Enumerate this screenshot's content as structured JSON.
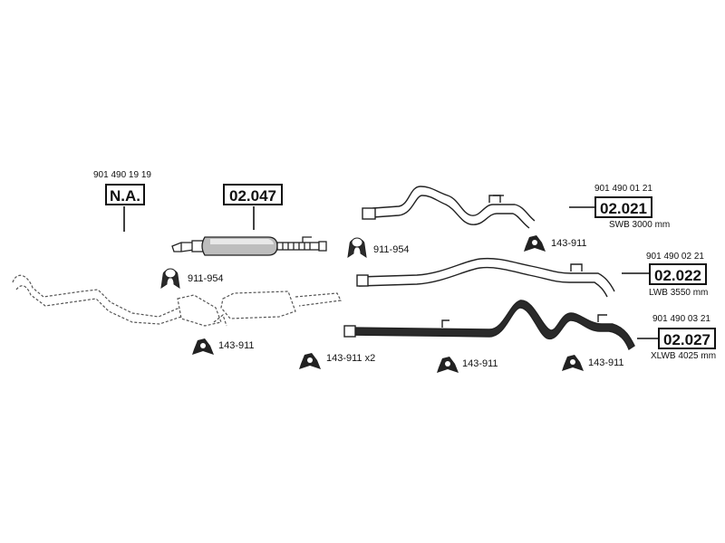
{
  "parts": {
    "na": {
      "oe_number": "901 490 19 19",
      "code": "N.A."
    },
    "muffler": {
      "code": "02.047"
    },
    "tail_swb": {
      "oe_number": "901 490 01 21",
      "code": "02.021",
      "variant": "SWB 3000 mm"
    },
    "tail_lwb": {
      "oe_number": "901 490 02 21",
      "code": "02.022",
      "variant": "LWB 3550 mm"
    },
    "tail_xlwb": {
      "oe_number": "901 490 03 21",
      "code": "02.027",
      "variant": "XLWB 4025 mm"
    }
  },
  "accessories": {
    "clamp_1": "911-954",
    "clamp_2": "911-954",
    "mount_1": "143-911",
    "mount_2": "143-911 x2",
    "mount_3": "143-911",
    "mount_4": "143-911",
    "mount_5": "143-911"
  }
}
